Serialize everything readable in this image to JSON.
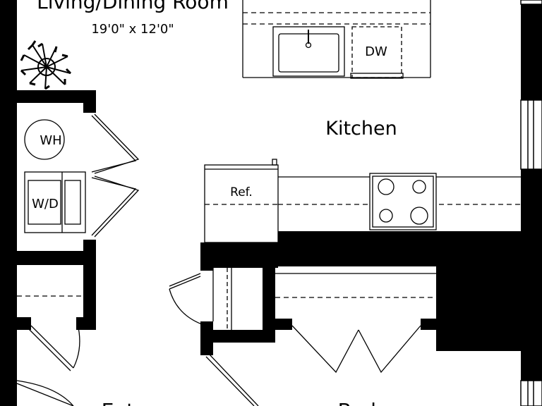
{
  "rooms": {
    "living_dining": {
      "name": "Living/Dining Room",
      "dimensions": "19'0\" x 12'0\""
    },
    "kitchen": {
      "name": "Kitchen"
    },
    "entry": {
      "name": "Entry"
    },
    "bedroom": {
      "name": "Bedroom"
    }
  },
  "fixtures": {
    "water_heater": "WH",
    "washer_dryer": "W/D",
    "refrigerator": "Ref.",
    "dishwasher": "DW"
  },
  "colors": {
    "wall": "#000000",
    "line": "#000000",
    "background": "#ffffff"
  }
}
